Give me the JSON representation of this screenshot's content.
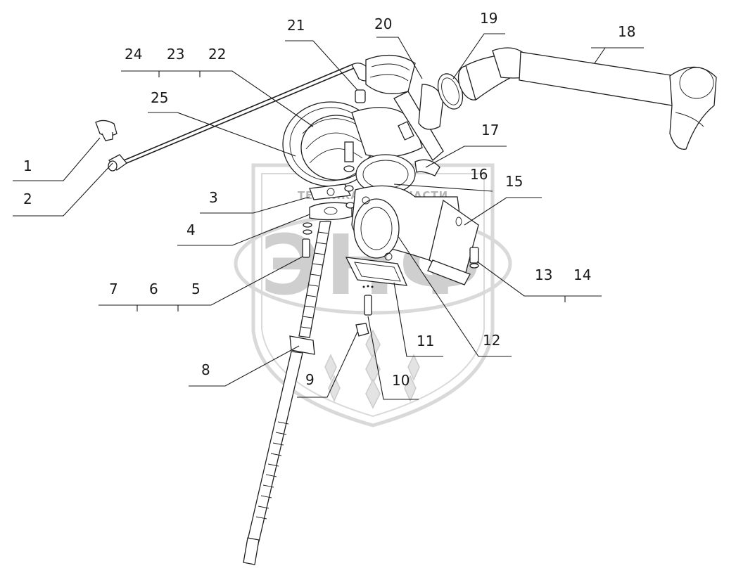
{
  "watermark": {
    "logo": "ЭНФ",
    "caption": "ТЕХНИКА И ЗАПЧАСТИ"
  },
  "callouts": [
    {
      "id": "1",
      "text": "1"
    },
    {
      "id": "2",
      "text": "2"
    },
    {
      "id": "3",
      "text": "3"
    },
    {
      "id": "4",
      "text": "4"
    },
    {
      "id": "5",
      "text": "5"
    },
    {
      "id": "6",
      "text": "6"
    },
    {
      "id": "7",
      "text": "7"
    },
    {
      "id": "8",
      "text": "8"
    },
    {
      "id": "9",
      "text": "9"
    },
    {
      "id": "10",
      "text": "10"
    },
    {
      "id": "11",
      "text": "11"
    },
    {
      "id": "12",
      "text": "12"
    },
    {
      "id": "13",
      "text": "13"
    },
    {
      "id": "14",
      "text": "14"
    },
    {
      "id": "15",
      "text": "15"
    },
    {
      "id": "16",
      "text": "16"
    },
    {
      "id": "17",
      "text": "17"
    },
    {
      "id": "18",
      "text": "18"
    },
    {
      "id": "19",
      "text": "19"
    },
    {
      "id": "20",
      "text": "20"
    },
    {
      "id": "21",
      "text": "21"
    },
    {
      "id": "22",
      "text": "22"
    },
    {
      "id": "23",
      "text": "23"
    },
    {
      "id": "24",
      "text": "24"
    },
    {
      "id": "25",
      "text": "25"
    }
  ]
}
